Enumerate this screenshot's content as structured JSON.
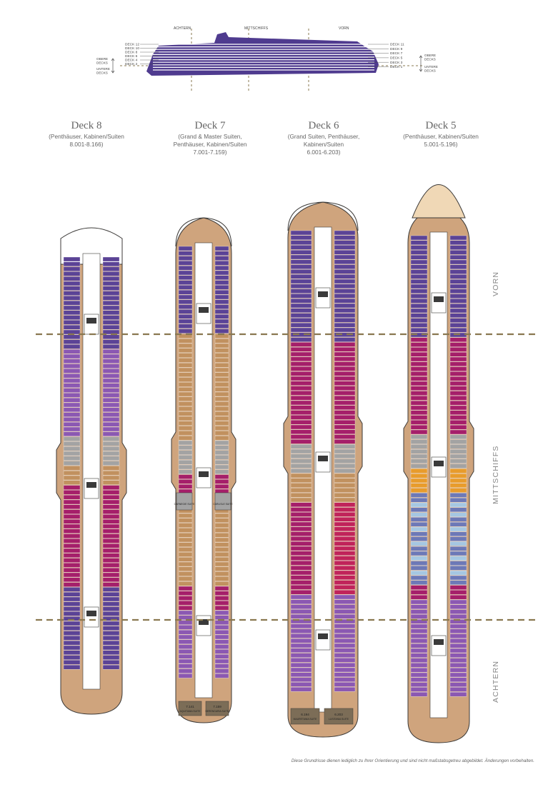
{
  "colors": {
    "hull": "#cfa47d",
    "hull_dark": "#b88d64",
    "corridor": "#ffffff",
    "outline": "#3c3a38",
    "zone_line": "#8a7850",
    "silhouette": "#4f3b8f",
    "cabin_purple": "#5b4396",
    "cabin_violet": "#8b58b2",
    "cabin_magenta": "#a51f6a",
    "cabin_pink": "#c0235a",
    "cabin_grey": "#a3a3a3",
    "cabin_greyblue": "#8c9aa8",
    "cabin_teal": "#33614f",
    "cabin_tan": "#c1915f",
    "cabin_orange": "#e89c2c",
    "cabin_yellow": "#f1e21f",
    "cabin_lime": "#b9cf2a",
    "cabin_blue": "#6d79b7",
    "cabin_lightblue": "#a5c7e2",
    "cabin_brown": "#7c6d57"
  },
  "profile": {
    "top_labels": [
      "ACHTERN",
      "MITTSCHIFFS",
      "VORN"
    ],
    "left_decks": [
      "DECK 12",
      "DECK 10",
      "DECK 8",
      "DECK 6",
      "DECK 4",
      "DECK 2"
    ],
    "right_decks": [
      "DECK 11",
      "DECK 9",
      "DECK 7",
      "DECK 5",
      "DECK 3",
      "DECK 1"
    ],
    "upper_label": "OBERE DECKS",
    "lower_label": "UNTERE DECKS"
  },
  "decks": [
    {
      "title": "Deck 8",
      "subtitle": "(Penthäuser, Kabinen/Suiten\n8.001-8.166)"
    },
    {
      "title": "Deck 7",
      "subtitle": "(Grand & Master Suiten,\nPenthäuser, Kabinen/Suiten\n7.001-7.159)"
    },
    {
      "title": "Deck 6",
      "subtitle": "(Grand Suiten, Penthäuser,\nKabinen/Suiten\n6.001-6.203)"
    },
    {
      "title": "Deck 5",
      "subtitle": "(Penthäuser, Kabinen/Suiten\n5.001-5.196)"
    }
  ],
  "zones": {
    "fore": "VORN",
    "mid": "MITTSCHIFFS",
    "aft": "ACHTERN"
  },
  "suite_labels": {
    "d7_mid_left": "CARNEGIE SUITE",
    "d7_mid_right": "CARLISLE SUITE",
    "d7_aft_left_no": "7.141",
    "d7_aft_left": "AQUITANIA SUITE",
    "d7_aft_right_no": "7.159",
    "d7_aft_right": "BERENGARIA SUITE",
    "d6_aft_left_no": "6.194",
    "d6_aft_left": "MAURETANIA SUITE",
    "d6_aft_right_no": "6.203",
    "d6_aft_right": "LUSITANIA SUITE"
  },
  "disclaimer": "Diese Grundrisse dienen lediglich zu Ihrer Orientierung und sind nicht maßstabsgetreu abgebildet. Änderungen vorbehalten."
}
